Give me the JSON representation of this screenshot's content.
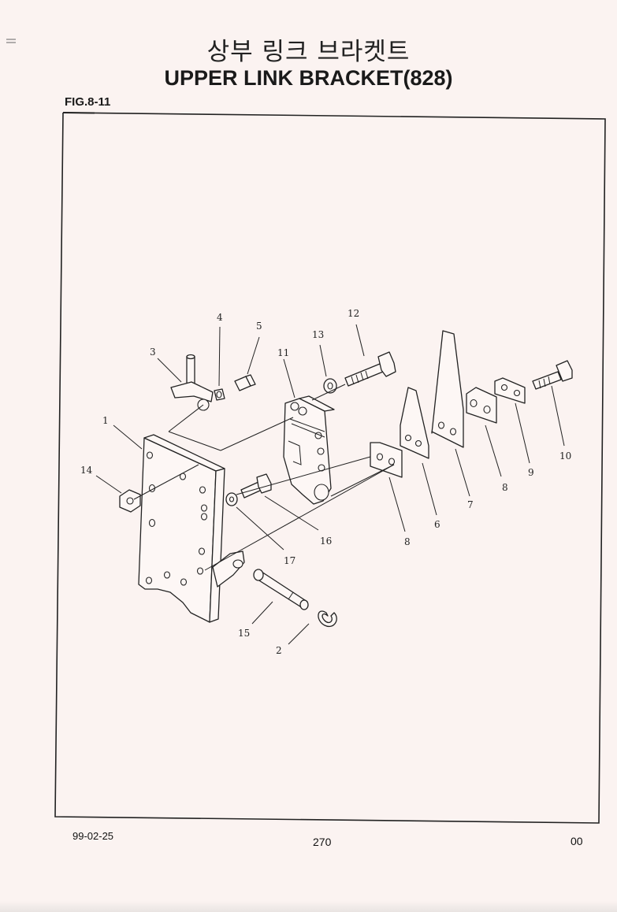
{
  "header": {
    "title_korean": "상부 링크 브라켓트",
    "title_english": "UPPER LINK BRACKET(828)",
    "figure_label": "FIG.8-11"
  },
  "diagram": {
    "callouts": [
      "1",
      "2",
      "3",
      "4",
      "5",
      "6",
      "7",
      "8",
      "8",
      "9",
      "10",
      "11",
      "12",
      "13",
      "14",
      "15",
      "16",
      "17"
    ]
  },
  "footer": {
    "date": "99-02-25",
    "page_number": "270",
    "revision": "00"
  }
}
